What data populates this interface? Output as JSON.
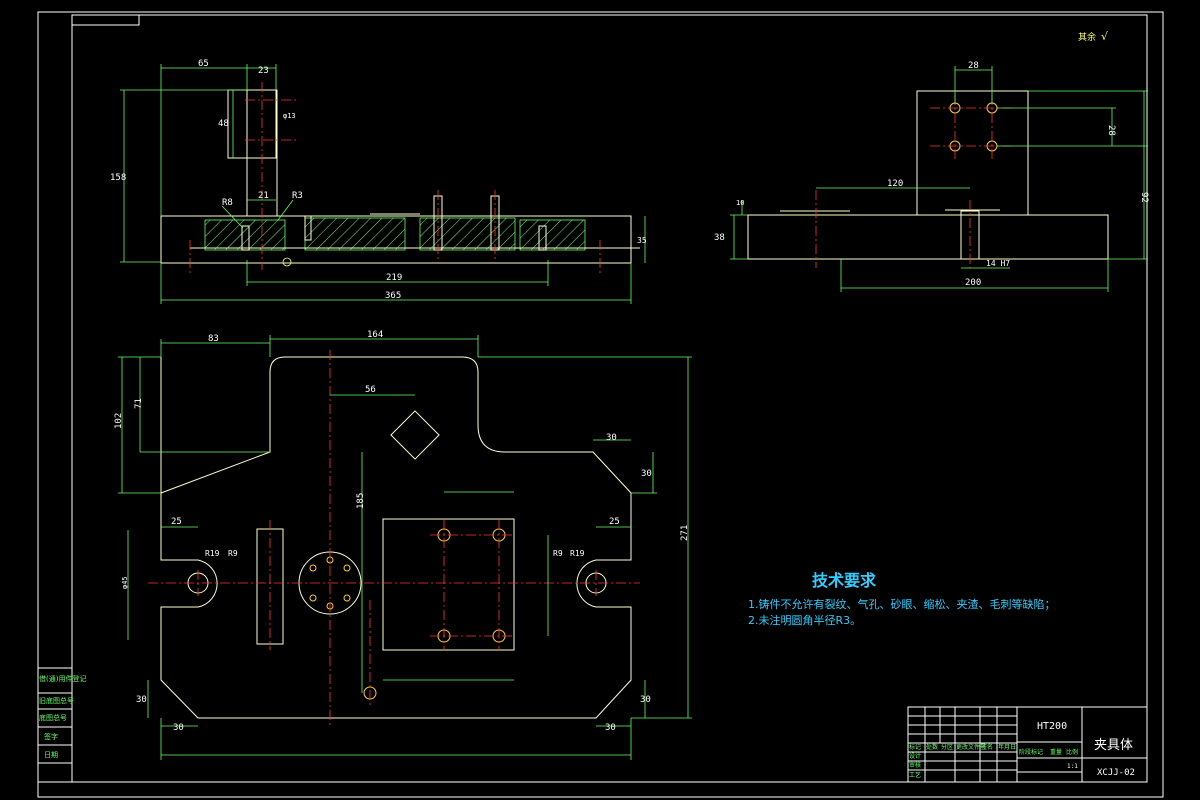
{
  "roughness": {
    "label": "其余",
    "mark": "√"
  },
  "front_view": {
    "dim_top_left": "65",
    "dim_top_right": "23",
    "dim_height": "48",
    "dim_hole": "φ13",
    "dim_total_height": "158",
    "dim_base": "21",
    "dim_r8_left": "R8",
    "dim_r3": "R3",
    "dim_right_side": "35",
    "dim_center": "219",
    "dim_total": "365"
  },
  "side_view": {
    "dim_top": "28",
    "dim_hole_v": "28",
    "dim_total_h": "92",
    "dim_left": "120",
    "dim_left_h": "38",
    "dim_small": "10",
    "dim_slot": "14 H7",
    "dim_bottom": "200"
  },
  "plan_view": {
    "dim_left": "83",
    "dim_top": "164",
    "dim_h1": "71",
    "dim_h2": "102",
    "dim_cut": "30",
    "dim_cut_h": "30",
    "dim_left_25": "25",
    "dim_right_25": "25",
    "dim_center_185": "185",
    "dim_56": "56",
    "dim_total_h": "271",
    "r19_left": "R19",
    "r9_left": "R9",
    "r9_right": "R9",
    "r19_right": "R19",
    "dim_bl_30a": "30",
    "dim_bl_30b": "30",
    "dim_br_30a": "30",
    "dim_br_30b": "30",
    "dim_side": "φ45"
  },
  "tech_req": {
    "title": "技术要求",
    "line1": "1.铸件不允许有裂纹、气孔、砂眼、缩松、夹渣、毛刺等缺陷；",
    "line2": "2.未注明圆角半径R3。"
  },
  "title_block": {
    "material": "HT200",
    "part_name": "夹具体",
    "drawing_no": "XCJJ-02",
    "scale": "1:1",
    "row_labels": [
      "标记",
      "处数",
      "分区",
      "更改文件号",
      "签名",
      "年月日"
    ],
    "role_labels": [
      "设计",
      "审核",
      "工艺"
    ],
    "stage_labels": [
      "阶段标记",
      "重量",
      "比例"
    ]
  },
  "left_strip": {
    "labels": [
      "借(通)用件登记",
      "旧底图总号",
      "底图总号",
      "签字",
      "日期"
    ]
  }
}
